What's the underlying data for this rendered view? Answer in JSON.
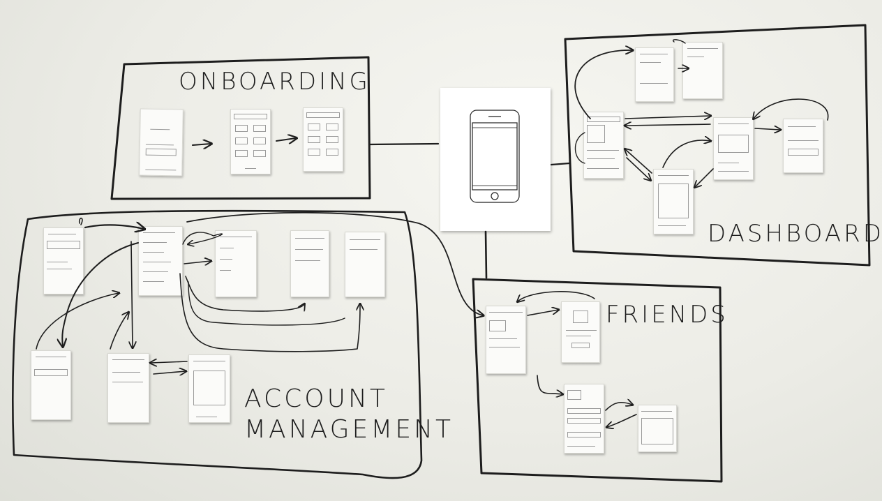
{
  "sections": {
    "onboarding": "ONBOARDING",
    "dashboard": "DASHBOARD",
    "friends": "FRIENDS",
    "account_line1": "ACCOUNT",
    "account_line2": "MANAGEMENT"
  },
  "colors": {
    "ink": "#1d1d1d",
    "paper": "#fbfbf9",
    "whiteboard": "#ececE6"
  }
}
